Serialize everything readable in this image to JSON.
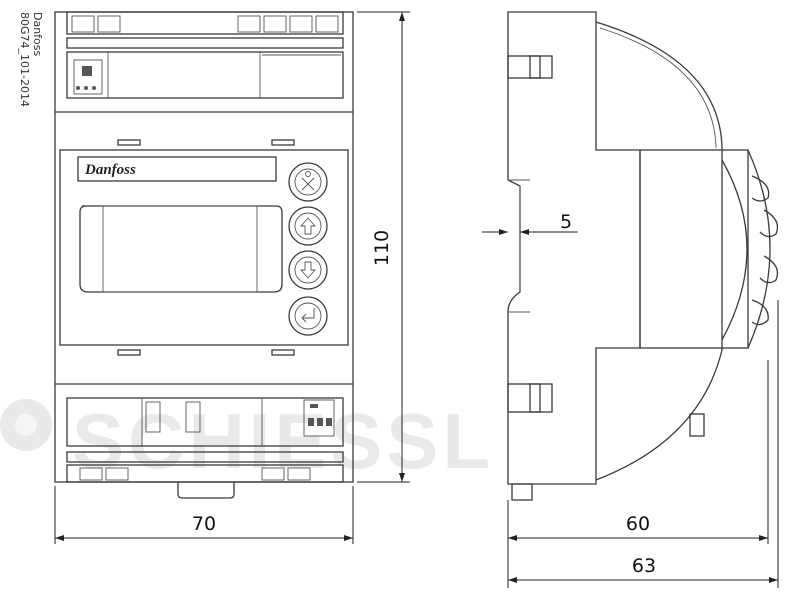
{
  "caption": {
    "manufacturer": "Danfoss",
    "drawing_code": "80G74_101-2014"
  },
  "front_view": {
    "brand_logo_text": "Danfoss",
    "keys": [
      {
        "name": "cancel",
        "icon": "x-person-icon"
      },
      {
        "name": "up",
        "icon": "arrow-up-icon"
      },
      {
        "name": "down",
        "icon": "arrow-down-icon"
      },
      {
        "name": "enter",
        "icon": "enter-icon"
      }
    ]
  },
  "dimensions": {
    "width": "70",
    "height": "110",
    "rail_offset": "5",
    "depth_body": "60",
    "depth_total": "63"
  },
  "watermark": {
    "text": "SCHIESSL"
  }
}
